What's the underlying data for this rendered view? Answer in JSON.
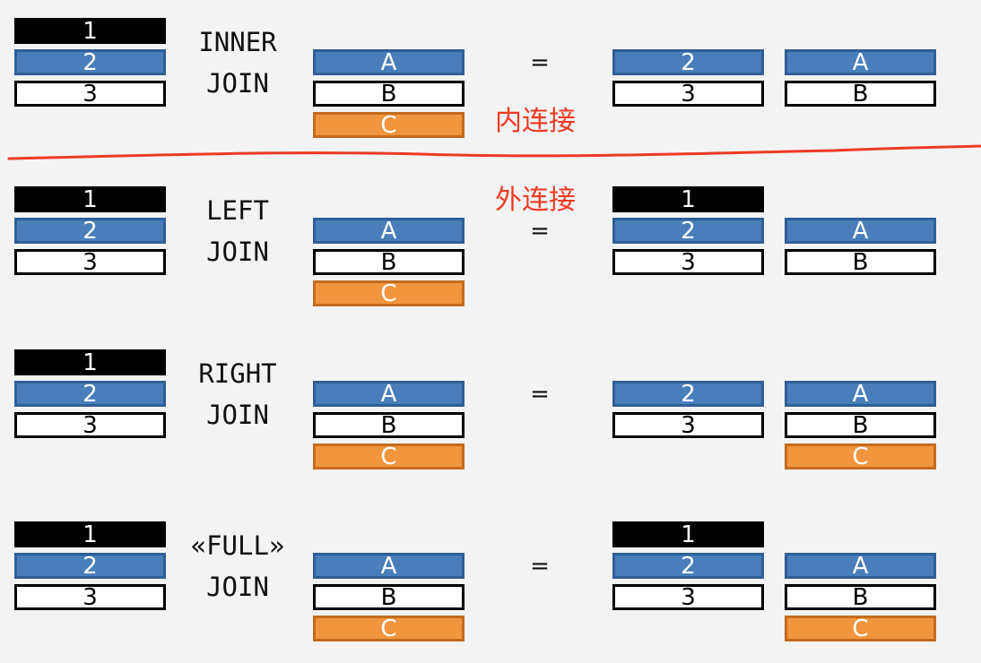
{
  "colors": {
    "row_1": "#000000",
    "row_2": "#4a7ebb",
    "row_3": "#ffffff",
    "row_a": "#4a7ebb",
    "row_b": "#ffffff",
    "row_c": "#f2953f",
    "annotation": "#ee3a22"
  },
  "annotations": {
    "inner": "内连接",
    "outer": "外连接"
  },
  "joins": [
    {
      "label_line1": "INNER",
      "label_line2": "JOIN",
      "left": [
        "1",
        "2",
        "3"
      ],
      "right": [
        "A",
        "B",
        "C"
      ],
      "equals": "=",
      "result_left": [
        "2",
        "3"
      ],
      "result_right": [
        "A",
        "B"
      ]
    },
    {
      "label_line1": "LEFT",
      "label_line2": "JOIN",
      "left": [
        "1",
        "2",
        "3"
      ],
      "right": [
        "A",
        "B",
        "C"
      ],
      "equals": "=",
      "result_left": [
        "1",
        "2",
        "3"
      ],
      "result_right": [
        "A",
        "B"
      ]
    },
    {
      "label_line1": "RIGHT",
      "label_line2": "JOIN",
      "left": [
        "1",
        "2",
        "3"
      ],
      "right": [
        "A",
        "B",
        "C"
      ],
      "equals": "=",
      "result_left": [
        "2",
        "3"
      ],
      "result_right": [
        "A",
        "B",
        "C"
      ]
    },
    {
      "label_line1": "«FULL»",
      "label_line2": "JOIN",
      "left": [
        "1",
        "2",
        "3"
      ],
      "right": [
        "A",
        "B",
        "C"
      ],
      "equals": "=",
      "result_left": [
        "1",
        "2",
        "3"
      ],
      "result_right": [
        "A",
        "B",
        "C"
      ]
    }
  ]
}
